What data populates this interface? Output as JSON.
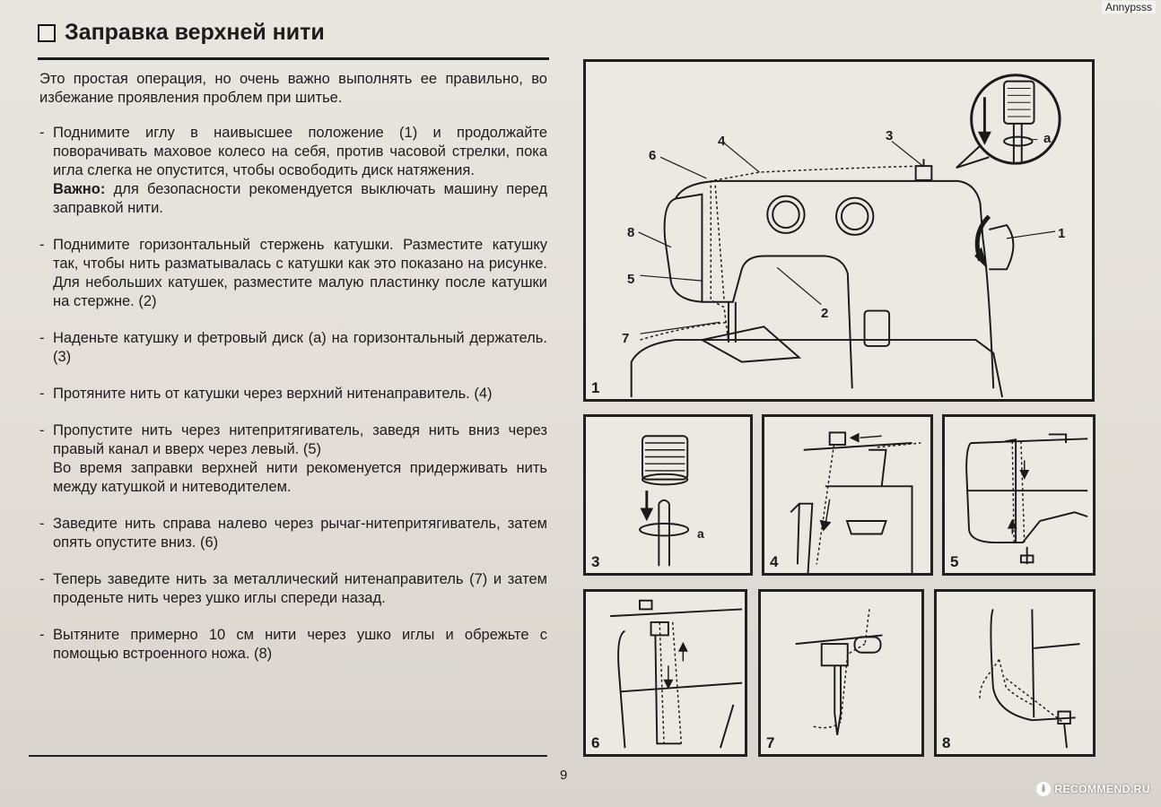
{
  "watermark": "Annypsss",
  "title": "Заправка верхней нити",
  "intro": "Это простая операция, но очень важно выполнять ее правильно, во избежание проявления проблем при шитье.",
  "steps": [
    {
      "text": "Поднимите иглу в наивысшее положение (1) и продолжайте поворачивать маховое колесо на себя, против часовой стрелки, пока игла слегка не опустится, чтобы освободить диск натяжения.",
      "note_label": "Важно:",
      "note_text": "для безопасности рекомендуется выключать машину перед заправкой нити."
    },
    {
      "text": "Поднимите горизонтальный стержень катушки. Разместите катушку так, чтобы нить разматывалась с катушки как это показано на рисунке. Для небольших катушек, разместите малую пластинку после катушки на стержне. (2)"
    },
    {
      "text": "Наденьте катушку и фетровый диск (а) на горизонтальный держатель. (3)"
    },
    {
      "text": "Протяните нить от катушки через верхний нитенаправитель. (4)"
    },
    {
      "text": "Пропустите нить через нитепритягиватель, заведя нить вниз через правый канал и вверх через левый. (5)",
      "extra": "Во время заправки верхней нити рекоменуется придерживать нить между катушкой и нитеводителем."
    },
    {
      "text": "Заведите нить справа налево через рычаг-нитепритягиватель, затем опять опустите вниз. (6)"
    },
    {
      "text": "Теперь заведите нить за металлический нитенаправитель (7) и затем проденьте нить через ушко иглы спереди назад."
    },
    {
      "text": "Вытяните примерно 10 см нити через ушко иглы и обрежьте с помощью встроенного ножа. (8)"
    }
  ],
  "page_number": "9",
  "figures": {
    "fig1": {
      "number": "1",
      "callouts": [
        "1",
        "2",
        "3",
        "4",
        "5",
        "6",
        "7",
        "8"
      ],
      "inset_label": "a"
    },
    "fig3": {
      "number": "3",
      "label_a": "a"
    },
    "fig4": {
      "number": "4"
    },
    "fig5": {
      "number": "5"
    },
    "fig6": {
      "number": "6"
    },
    "fig7": {
      "number": "7"
    },
    "fig8": {
      "number": "8"
    }
  },
  "logo": {
    "mark": "i",
    "text": "RECOMMEND.RU"
  }
}
